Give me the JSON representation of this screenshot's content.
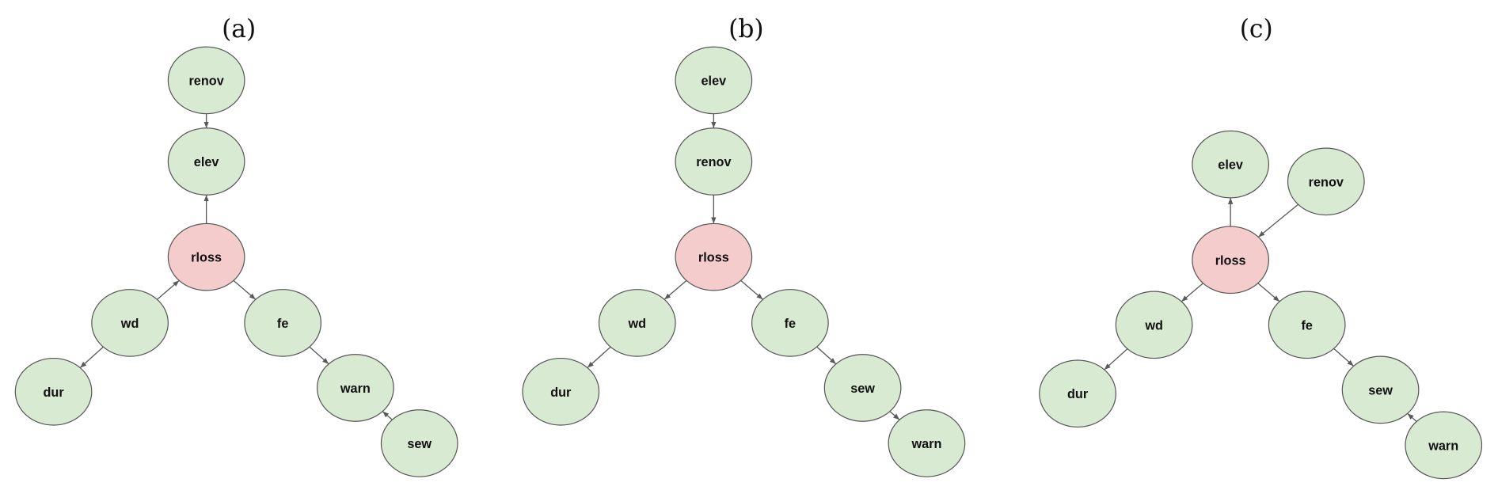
{
  "colors": {
    "node_fill": "#d9ead3",
    "target_fill": "#f4cccc",
    "node_stroke": "#555555",
    "edge": "#595959"
  },
  "panels": [
    {
      "title": "(a)",
      "nodes": {
        "renov": "renov",
        "elev": "elev",
        "rloss": "rloss",
        "wd": "wd",
        "dur": "dur",
        "fe": "fe",
        "warn": "warn",
        "sew": "sew"
      },
      "target": "rloss",
      "edges": [
        [
          "renov",
          "elev"
        ],
        [
          "rloss",
          "elev"
        ],
        [
          "wd",
          "rloss"
        ],
        [
          "wd",
          "dur"
        ],
        [
          "rloss",
          "fe"
        ],
        [
          "fe",
          "warn"
        ],
        [
          "sew",
          "warn"
        ]
      ]
    },
    {
      "title": "(b)",
      "nodes": {
        "elev": "elev",
        "renov": "renov",
        "rloss": "rloss",
        "wd": "wd",
        "dur": "dur",
        "fe": "fe",
        "sew": "sew",
        "warn": "warn"
      },
      "target": "rloss",
      "edges": [
        [
          "elev",
          "renov"
        ],
        [
          "renov",
          "rloss"
        ],
        [
          "rloss",
          "wd"
        ],
        [
          "wd",
          "dur"
        ],
        [
          "rloss",
          "fe"
        ],
        [
          "fe",
          "sew"
        ],
        [
          "sew",
          "warn"
        ]
      ]
    },
    {
      "title": "(c)",
      "nodes": {
        "elev": "elev",
        "renov": "renov",
        "rloss": "rloss",
        "wd": "wd",
        "dur": "dur",
        "fe": "fe",
        "sew": "sew",
        "warn": "warn"
      },
      "target": "rloss",
      "edges": [
        [
          "rloss",
          "elev"
        ],
        [
          "renov",
          "rloss"
        ],
        [
          "rloss",
          "wd"
        ],
        [
          "wd",
          "dur"
        ],
        [
          "rloss",
          "fe"
        ],
        [
          "fe",
          "sew"
        ],
        [
          "warn",
          "sew"
        ]
      ]
    }
  ]
}
